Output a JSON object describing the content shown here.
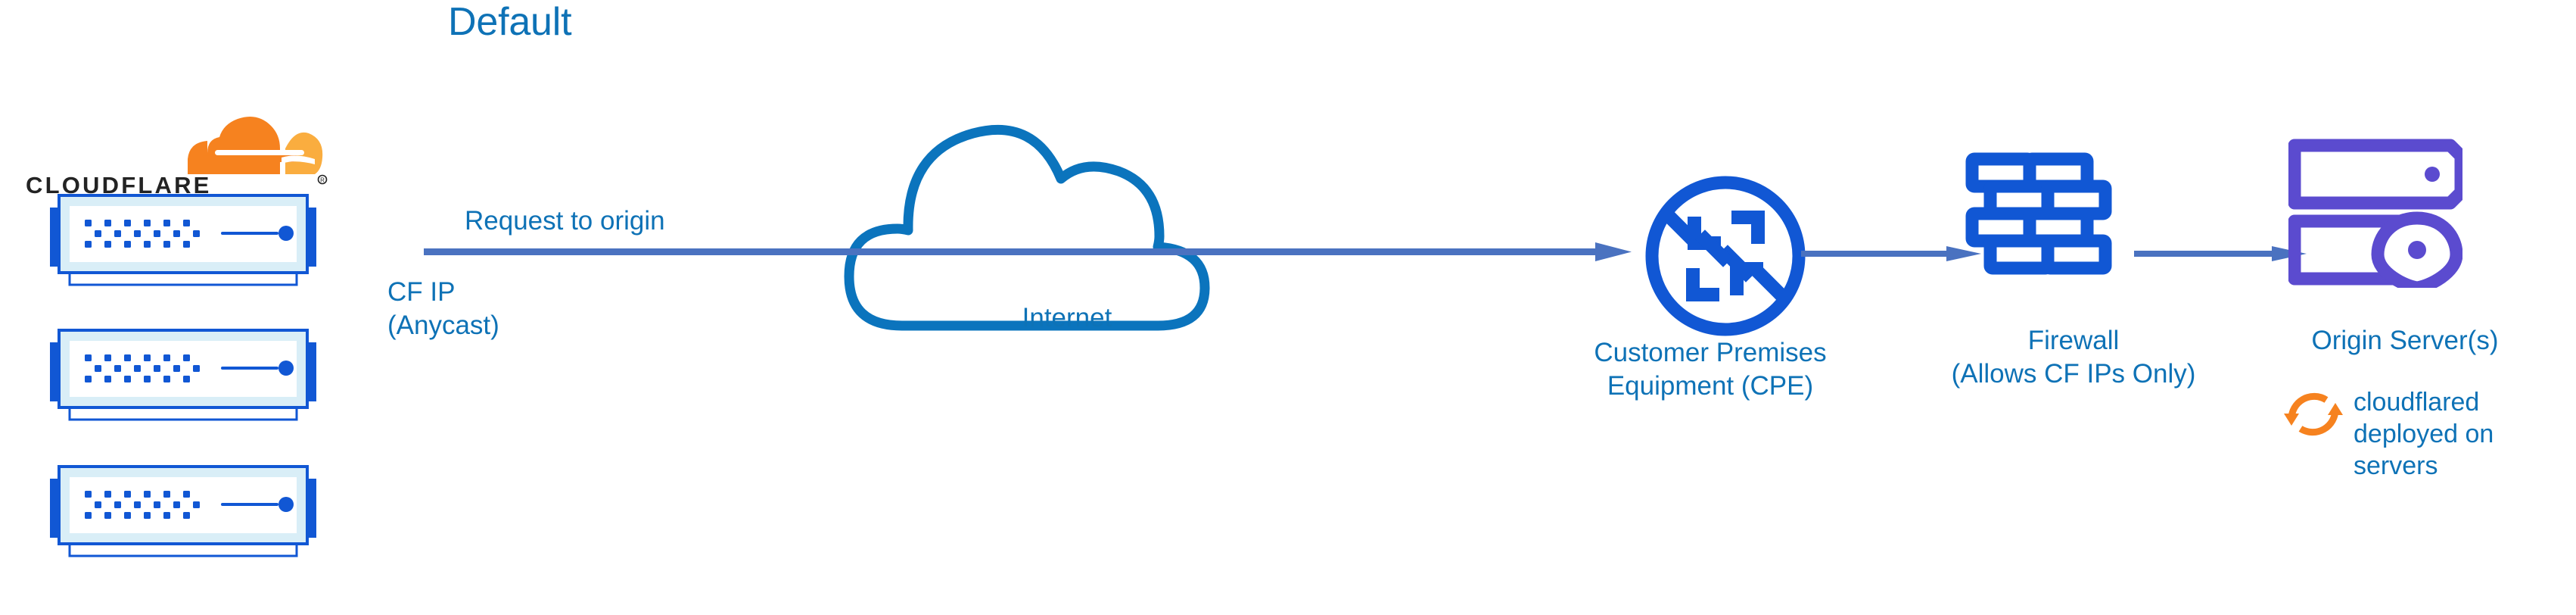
{
  "title": "Default",
  "colors": {
    "heading_blue": "#0e72b6",
    "label_blue": "#0e72b6",
    "icon_blue": "#0b74bd",
    "device_blue": "#1157d4",
    "arrow_blue": "#4a72c0",
    "origin_purple": "#5b4bcf",
    "cloudflare_orange": "#f6821f",
    "cloudflare_orange_light": "#faad3f",
    "wordmark_black": "#222222"
  },
  "brand": {
    "logo_mark": "cloudflare-cloud-logo",
    "wordmark": "CLOUDFLARE",
    "registered_mark": "®"
  },
  "nodes": {
    "cloudflare_edge": {
      "icon": "server-rack-icon",
      "device_count": 3,
      "ip_label": "CF IP\n(Anycast)"
    },
    "internet": {
      "icon": "cloud-icon",
      "label": "Internet"
    },
    "cpe": {
      "icon": "router-icon",
      "label": "Customer Premises\nEquipment (CPE)"
    },
    "firewall": {
      "icon": "brick-wall-firewall-icon",
      "label": "Firewall\n(Allows CF IPs Only)"
    },
    "origin": {
      "icon": "server-location-pin-icon",
      "label": "Origin Server(s)",
      "note_icon": "sync-refresh-icon",
      "note": "cloudflared\ndeployed on\nservers"
    }
  },
  "flows": {
    "request": {
      "label": "Request to origin",
      "from": "cloudflare_edge",
      "to": "cpe",
      "icon": "arrow-right-icon"
    },
    "cpe_to_firewall": {
      "icon": "arrow-right-icon"
    },
    "firewall_to_origin": {
      "icon": "arrow-right-icon"
    }
  }
}
